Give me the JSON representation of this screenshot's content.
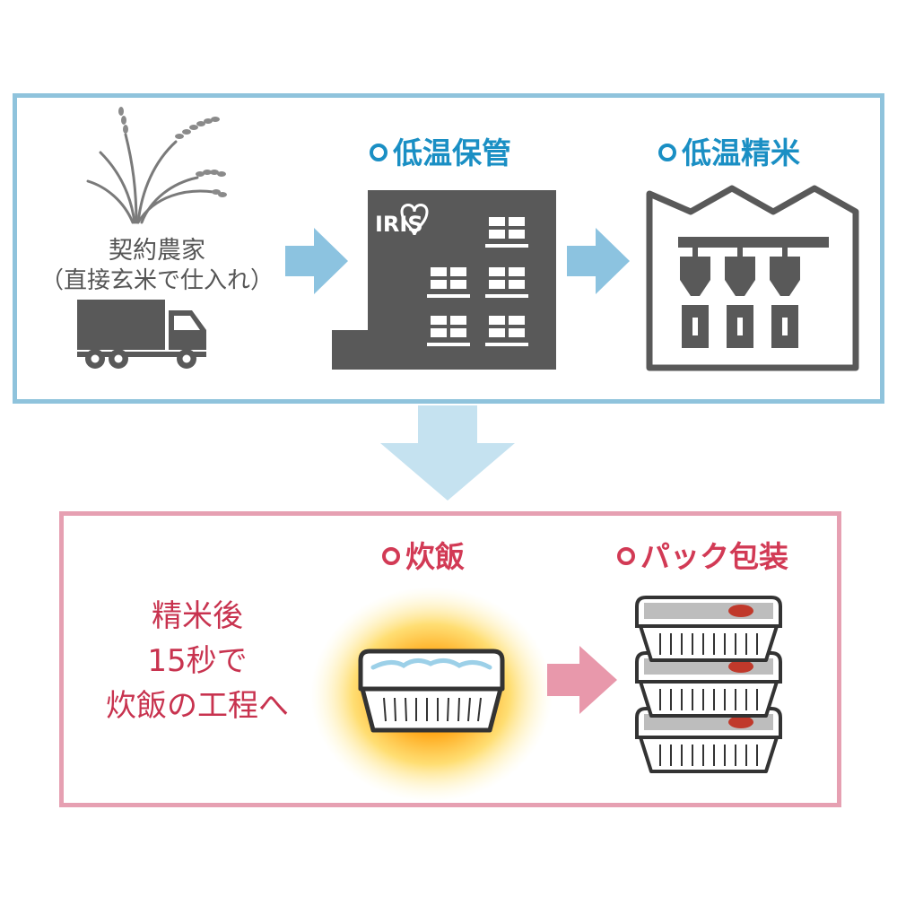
{
  "top": {
    "farm_line1": "契約農家",
    "farm_line2": "（直接玄米で仕入れ）",
    "warehouse_marker": "〇",
    "warehouse_label": "低温保管",
    "warehouse_logo": "IRIS",
    "mill_label": "低温精米"
  },
  "bottom": {
    "note_line1": "精米後",
    "note_line2": "15秒で",
    "note_line3": "炊飯の工程へ",
    "cook_label": "炊飯",
    "pack_label": "パック包装"
  },
  "colors": {
    "top_border": "#8fc3dc",
    "bottom_border": "#e6a0b2",
    "blue_text": "#1a8fc4",
    "red_text": "#d23a55",
    "icon_gray": "#595959"
  },
  "icons": {
    "rice_plant": "rice-plant-icon",
    "truck": "truck-icon",
    "warehouse": "warehouse-icon",
    "factory": "rice-mill-factory-icon",
    "rice_tray": "rice-tray-icon",
    "packs": "stacked-rice-packs-icon"
  }
}
